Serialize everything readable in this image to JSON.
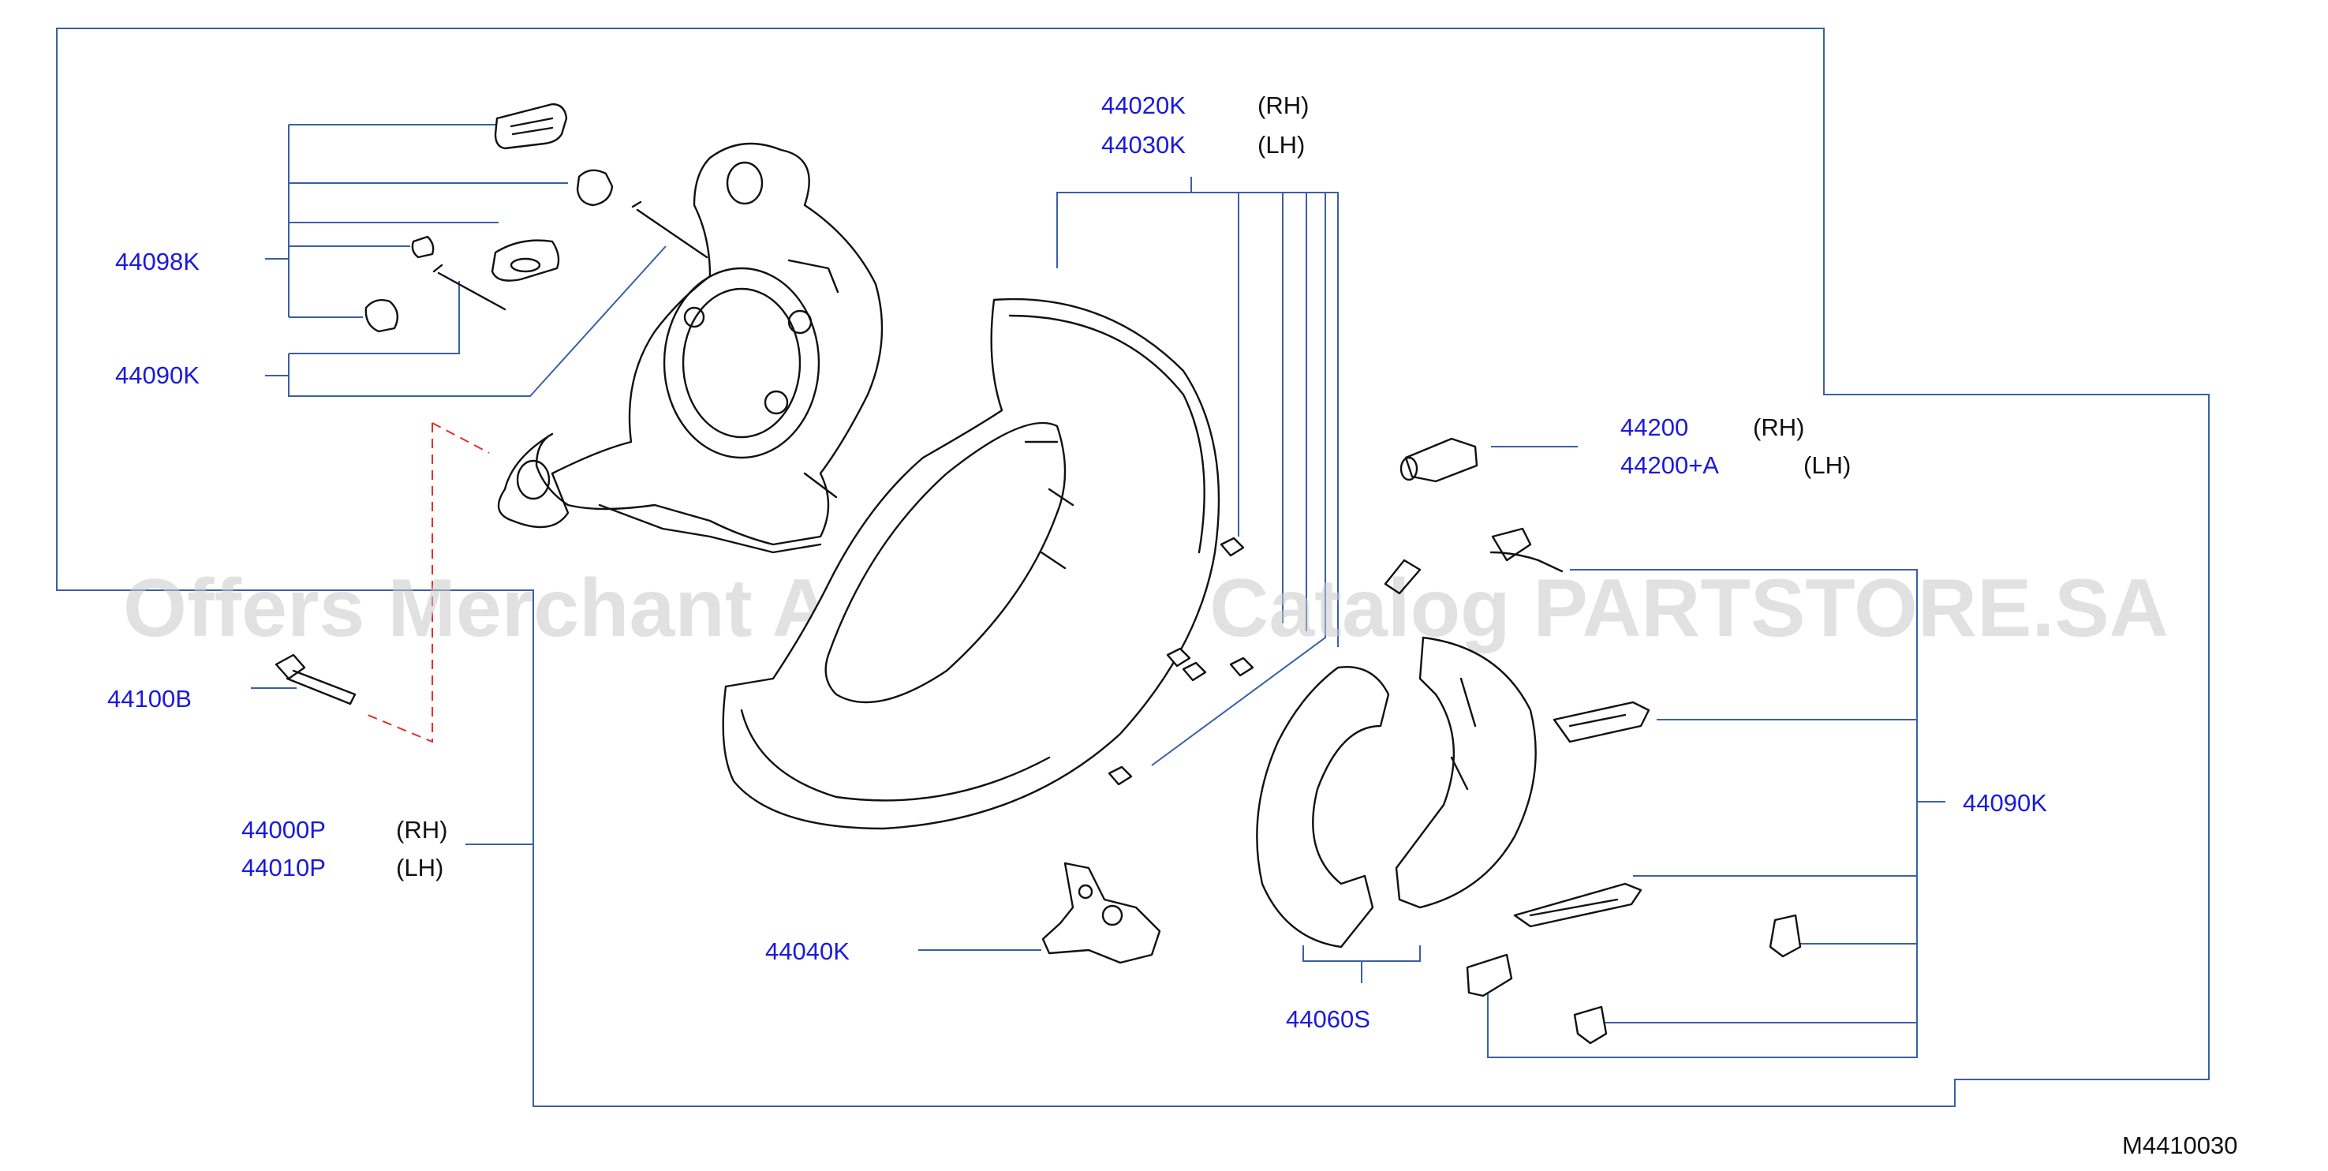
{
  "diagram_code": "M4410030",
  "watermark": "Offers Merchant Auto Parts Catalog PARTSTORE.SA",
  "labels": {
    "p44020K": "44020K",
    "p44020K_side": "(RH)",
    "p44030K": "44030K",
    "p44030K_side": "(LH)",
    "p44098K": "44098K",
    "p44090K_top": "44090K",
    "p44200": "44200",
    "p44200_side": "(RH)",
    "p44200A": "44200+A",
    "p44200A_side": "(LH)",
    "p44100B": "44100B",
    "p44000P": "44000P",
    "p44000P_side": "(RH)",
    "p44010P": "44010P",
    "p44010P_side": "(LH)",
    "p44090K_right": "44090K",
    "p44040K": "44040K",
    "p44060S": "44060S"
  },
  "colors": {
    "part_number": "#1a1adc",
    "leader": "#3a5fa8",
    "dashed_leader": "#e0302a",
    "watermark": "#c9c9c9"
  }
}
